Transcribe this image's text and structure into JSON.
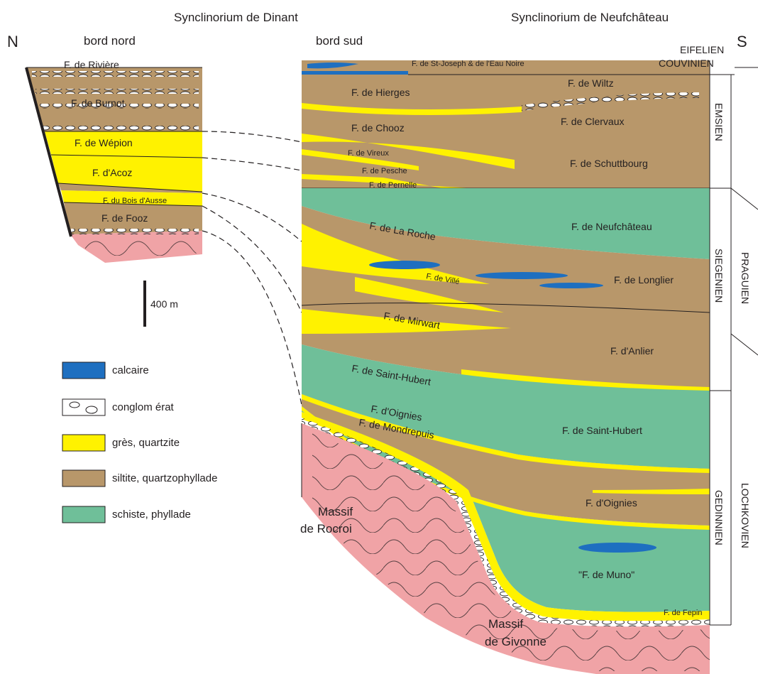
{
  "headers": {
    "north": "N",
    "south": "S",
    "dinant": "Synclinorium de Dinant",
    "neufchateau": "Synclinorium de Neufchâteau",
    "bord_nord": "bord nord",
    "bord_sud": "bord sud"
  },
  "scale": {
    "label": "400 m"
  },
  "legend": [
    {
      "label": "calcaire",
      "color": "#1e6fc0",
      "icon": "solid"
    },
    {
      "label": "conglom érat",
      "color": "#ffffff",
      "icon": "pebbles"
    },
    {
      "label": "grès, quartzite",
      "color": "#fff200",
      "icon": "solid"
    },
    {
      "label": "siltite, quartzophyllade",
      "color": "#b8976a",
      "icon": "solid"
    },
    {
      "label": "schiste, phyllade",
      "color": "#6fbf99",
      "icon": "solid"
    }
  ],
  "colors": {
    "calcaire": "#1e6fc0",
    "gres": "#fff200",
    "siltite": "#b8976a",
    "schiste": "#6fbf99",
    "massif": "#f0a3a6",
    "line": "#231f20"
  },
  "north_column": {
    "formations": [
      "F. de Rivière",
      "F. de Burnot",
      "F. de Wépion",
      "F. d'Acoz",
      "F. du Bois d'Ausse",
      "F. de Fooz"
    ]
  },
  "south_section": {
    "formations": {
      "st_joseph": "F. de St-Joseph & de l'Eau Noire",
      "hierges": "F. de Hierges",
      "wiltz": "F. de Wiltz",
      "chooz": "F. de Chooz",
      "clervaux": "F. de Clervaux",
      "vireux": "F. de Vireux",
      "pesche": "F. de Pesche",
      "schuttbourg": "F. de Schuttbourg",
      "pernelle": "F. de Pernelle",
      "la_roche": "F. de La Roche",
      "neufchateau": "F. de Neufchâteau",
      "ville": "F. de Villé",
      "longlier": "F. de Longlier",
      "mirwart": "F. de Mirwart",
      "anlier": "F. d'Anlier",
      "saint_hubert_w": "F. de Saint-Hubert",
      "saint_hubert_e": "F. de Saint-Hubert",
      "oignies_w": "F. d'Oignies",
      "oignies_e": "F. d'Oignies",
      "mondrepuis": "F. de Mondrepuis",
      "muno": "\"F. de Muno\"",
      "fepin": "F. de Fepin"
    },
    "massifs": {
      "rocroi": [
        "Massif",
        "de Rocroi"
      ],
      "givonne": [
        "Massif",
        "de Givonne"
      ]
    }
  },
  "stages": {
    "eifelien": "EIFELIEN",
    "couvinien": "COUVINIEN",
    "emsien": "EMSIEN",
    "siegenien": "SIEGENIEN",
    "gedinnien": "GEDINNIEN",
    "praguien": "PRAGUIEN",
    "lochkovien": "LOCHKOVIEN"
  }
}
